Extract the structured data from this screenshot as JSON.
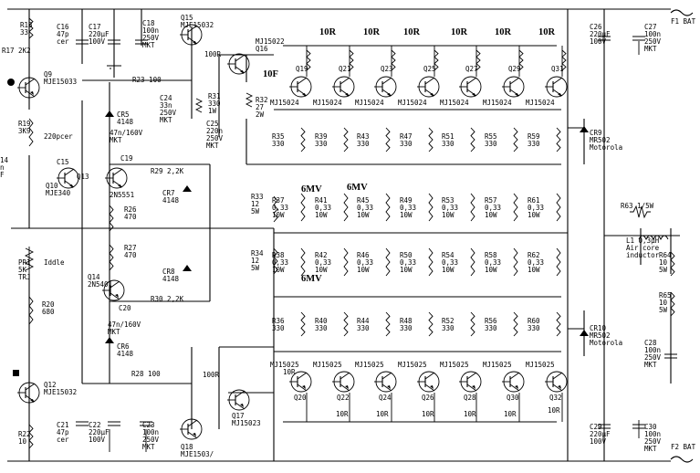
{
  "top_right": {
    "fuse": "F1",
    "bat": "BAT"
  },
  "bottom_right": {
    "fuse": "F2",
    "bat": "BAT"
  },
  "caps_top": {
    "C16": [
      "C16",
      "47p",
      "cer"
    ],
    "C17": [
      "C17",
      "220µF",
      "100V"
    ],
    "C18": [
      "C18",
      "100n",
      "250V",
      "MKT"
    ],
    "C24": [
      "C24",
      "33n",
      "250V",
      "MKT"
    ],
    "C25": [
      "C25",
      "220n",
      "250V",
      "MKT"
    ],
    "C26": [
      "C26",
      "220µF",
      "100V"
    ],
    "C27": [
      "C27",
      "100n",
      "250V",
      "MKT"
    ]
  },
  "caps_bottom": {
    "C21": [
      "C21",
      "47p",
      "cer"
    ],
    "C22": [
      "C22",
      "220µF",
      "100V"
    ],
    "C23": [
      "C23",
      "100n",
      "250V",
      "MKT"
    ],
    "C29": [
      "C29",
      "220µF",
      "100V"
    ],
    "C30": [
      "C30",
      "100n",
      "250V",
      "MKT"
    ],
    "C28": [
      "C28",
      "100n",
      "250V",
      "MKT"
    ]
  },
  "left": {
    "R18": [
      "R18",
      "33"
    ],
    "R17": "R17 2K2",
    "Q9": [
      "Q9",
      "MJE15033"
    ],
    "R19": [
      "R19",
      "3K9"
    ],
    "C_220p": "220pcer",
    "C15": "C15",
    "Q10": [
      "Q10",
      "MJE340"
    ],
    "Q13": "Q13",
    "C14": [
      "14",
      "n",
      "F"
    ],
    "PR1": [
      "PR1",
      "5K",
      "TRJ"
    ],
    "Iddle": "Iddle",
    "R20": [
      "R20",
      "680"
    ],
    "Q12": [
      "Q12",
      "MJE15032"
    ],
    "R22": [
      "R22",
      "10"
    ]
  },
  "driver": {
    "R23": "R23 100",
    "CR5": [
      "CR5",
      "4148"
    ],
    "C19": "C19",
    "C19b": [
      "47n/160V",
      "MKT"
    ],
    "Q13t": "2N5551",
    "R29": "R29 2,2K",
    "CR7": [
      "CR7",
      "4148"
    ],
    "R26": [
      "R26",
      "470"
    ],
    "R27": [
      "R27",
      "470"
    ],
    "Q14": [
      "Q14",
      "2N5401"
    ],
    "CR8": [
      "CR8",
      "4148"
    ],
    "R30": "R30 2,2K",
    "C20": "C20",
    "C20b": [
      "47n/160V",
      "MKT"
    ],
    "CR6": [
      "CR6",
      "4148"
    ],
    "R28": "R28 100",
    "Q15": [
      "Q15",
      "MJE15032"
    ],
    "Q16": [
      "MJ15022",
      "Q16"
    ],
    "R100a": "100R",
    "R31": [
      "R31",
      "330",
      "1W"
    ],
    "R32": [
      "R32",
      "27",
      "2W"
    ],
    "Q17": [
      "Q17",
      "MJ15023"
    ],
    "Q18": [
      "Q18",
      "MJE1503/"
    ],
    "R100b": "100R"
  },
  "bigtext": {
    "10R_top": [
      "10R",
      "10R",
      "10R",
      "10R",
      "10R",
      "10R"
    ],
    "10F": "10F",
    "6MV_a": "6MV",
    "6MV_b": "6MV",
    "6MV_c": "6MV"
  },
  "npn_out": [
    {
      "q": "Q19",
      "t": "MJ15024"
    },
    {
      "q": "Q21",
      "t": "MJ15024"
    },
    {
      "q": "Q23",
      "t": "MJ15024"
    },
    {
      "q": "Q25",
      "t": "MJ15024"
    },
    {
      "q": "Q27",
      "t": "MJ15024"
    },
    {
      "q": "Q29",
      "t": "MJ15024"
    },
    {
      "q": "Q31",
      "t": "MJ15024"
    }
  ],
  "pnp_out": [
    {
      "q": "Q20",
      "t": "MJ15025"
    },
    {
      "q": "Q22",
      "t": "MJ15025"
    },
    {
      "q": "Q24",
      "t": "MJ15025"
    },
    {
      "q": "Q26",
      "t": "MJ15025"
    },
    {
      "q": "Q28",
      "t": "MJ15025"
    },
    {
      "q": "Q30",
      "t": "MJ15025"
    },
    {
      "q": "Q32",
      "t": "MJ15025"
    }
  ],
  "bottom_10R": [
    "10R",
    "10R",
    "10R",
    "10R",
    "10R",
    "10R",
    "10R"
  ],
  "base_top": [
    [
      "R35",
      "330"
    ],
    [
      "R39",
      "330"
    ],
    [
      "R43",
      "330"
    ],
    [
      "R47",
      "330"
    ],
    [
      "R51",
      "330"
    ],
    [
      "R55",
      "330"
    ],
    [
      "R59",
      "330"
    ]
  ],
  "emit_top": [
    [
      "R37",
      "0,33",
      "10W"
    ],
    [
      "R41",
      "0,33",
      "10W"
    ],
    [
      "R45",
      "0,33",
      "10W"
    ],
    [
      "R49",
      "0,33",
      "10W"
    ],
    [
      "R53",
      "0,33",
      "10W"
    ],
    [
      "R57",
      "0,33",
      "10W"
    ],
    [
      "R61",
      "0,33",
      "10W"
    ]
  ],
  "emit_bot": [
    [
      "R38",
      "0,33",
      "10W"
    ],
    [
      "R42",
      "0,33",
      "10W"
    ],
    [
      "R46",
      "0,33",
      "10W"
    ],
    [
      "R50",
      "0,33",
      "10W"
    ],
    [
      "R54",
      "0,33",
      "10W"
    ],
    [
      "R58",
      "0,33",
      "10W"
    ],
    [
      "R62",
      "0,33",
      "10W"
    ]
  ],
  "base_bot": [
    [
      "R36",
      "330"
    ],
    [
      "R40",
      "330"
    ],
    [
      "R44",
      "330"
    ],
    [
      "R48",
      "330"
    ],
    [
      "R52",
      "330"
    ],
    [
      "R56",
      "330"
    ],
    [
      "R60",
      "330"
    ]
  ],
  "r33": [
    "R33",
    "12",
    "5W"
  ],
  "r34": [
    "R34",
    "12",
    "5W"
  ],
  "right": {
    "CR9": [
      "CR9",
      "MR502",
      "Motorola"
    ],
    "CR10": [
      "CR10",
      "MR502",
      "Motorola"
    ],
    "R63": "R63 1/5W",
    "L1": [
      "L1  0,3µH",
      "Air core",
      "inductor"
    ],
    "R64": [
      "R64",
      "10",
      "5W"
    ],
    "R65": [
      "R65",
      "10",
      "5W"
    ]
  }
}
